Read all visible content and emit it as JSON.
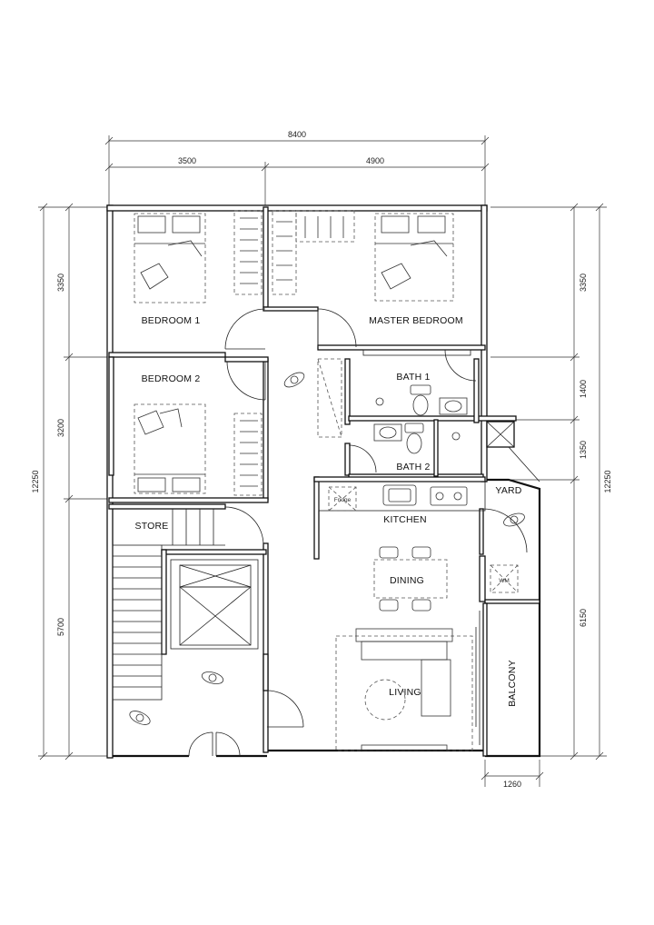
{
  "dimensions": {
    "top_total": "8400",
    "top_left": "3500",
    "top_right": "4900",
    "left_top": "3350",
    "left_mid": "3200",
    "left_total": "12250",
    "left_bottom": "5700",
    "right_top": "3350",
    "right_bath1": "1400",
    "right_bath2": "1350",
    "right_total": "12250",
    "right_bottom": "6150",
    "balcony_width": "1260"
  },
  "rooms": {
    "bedroom1": "BEDROOM 1",
    "master_bedroom": "MASTER BEDROOM",
    "bedroom2": "BEDROOM 2",
    "bath1": "BATH 1",
    "bath2": "BATH 2",
    "store": "STORE",
    "kitchen": "KITCHEN",
    "yard": "YARD",
    "dining": "DINING",
    "living": "LIVING",
    "balcony": "BALCONY"
  },
  "fixtures": {
    "fridge": "Fridge",
    "wm": "WM"
  }
}
